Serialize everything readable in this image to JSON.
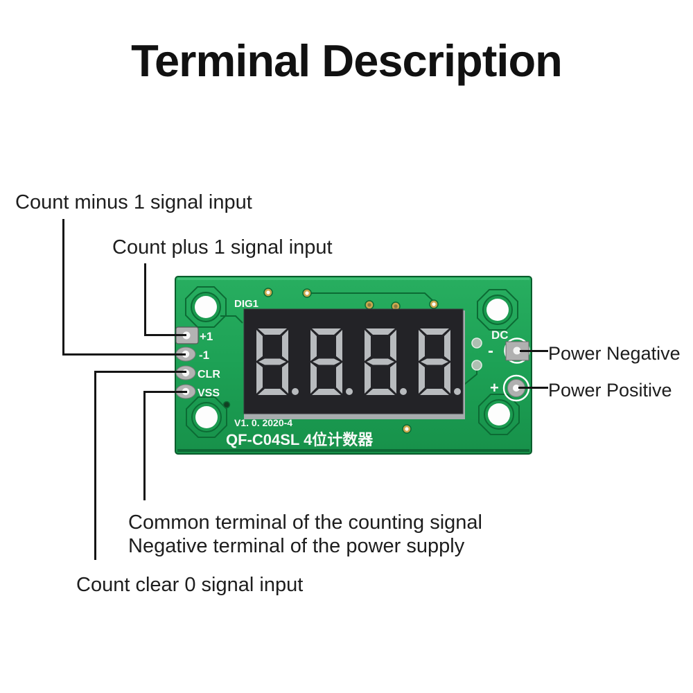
{
  "title": "Terminal Description",
  "labels": {
    "count_minus": "Count minus 1 signal input",
    "count_plus": "Count plus 1 signal input",
    "power_negative": "Power Negative",
    "power_positive": "Power Positive",
    "common_terminal_line1": "Common terminal of the counting signal",
    "common_terminal_line2": "Negative terminal of the power supply",
    "count_clear": "Count clear 0 signal input"
  },
  "board": {
    "silkscreen": {
      "dig1": "DIG1",
      "plus1": "+1",
      "minus1": "-1",
      "clr": "CLR",
      "vss": "VSS",
      "dc": "DC",
      "neg_mark": "-",
      "pos_mark": "+",
      "version": "V1. 0. 2020-4",
      "model": "QF-C04SL 4位计数器"
    },
    "display": {
      "digits": "8888",
      "segment_color": "#b8bbbe",
      "background": "#232327"
    },
    "colors": {
      "pcb_green": "#1da155",
      "pcb_trace_dark": "#0c6b34",
      "silkscreen_white": "#f7f9f7",
      "pad_gray": "#b3b3b3",
      "leader_line": "#141414",
      "label_text": "#1d1d1d"
    }
  }
}
